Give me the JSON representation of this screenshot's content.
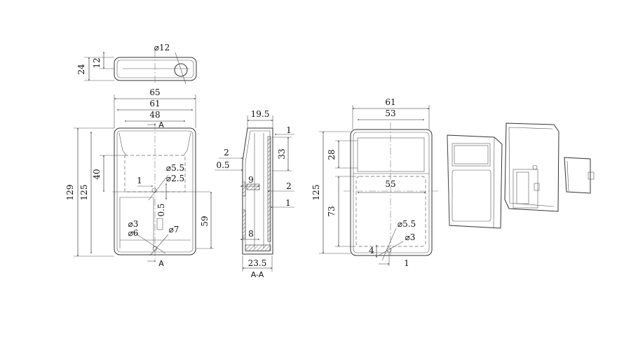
{
  "top_view": {
    "dia_hole": "⌀12",
    "height_total": "24",
    "height_half": "12"
  },
  "front_view": {
    "width_outer": "65",
    "width_mid": "61",
    "width_inner": "48",
    "height_total": "129",
    "height_inner": "125",
    "height_window": "40",
    "dia_5_5": "⌀5.5",
    "dia_2_5": "⌀2.5",
    "offset_1": "1",
    "offset_0_5": "0.5",
    "height_59": "59",
    "dia_3": "⌀3",
    "dia_6": "⌀6",
    "dia_7": "⌀7",
    "section_mark_top": "A",
    "section_mark_bottom": "A"
  },
  "section_view": {
    "label": "A-A",
    "width_top": "19.5",
    "width_bottom": "23.5",
    "d1_top": "1",
    "d33": "33",
    "d2_left": "2",
    "d0_5": "0.5",
    "d9": "9",
    "d2_right": "2",
    "d1_right": "1",
    "d8": "8"
  },
  "lid_view": {
    "width_outer": "61",
    "width_window": "53",
    "height_window": "28",
    "height_total": "125",
    "width_lower": "55",
    "height_lower": "73",
    "dia_5_5": "⌀5.5",
    "dia_3": "⌀3",
    "d4": "4",
    "d1": "1"
  }
}
